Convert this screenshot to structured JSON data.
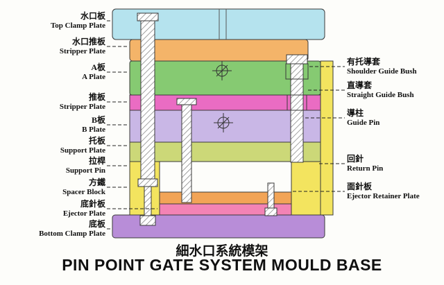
{
  "titles": {
    "chinese": "細水口系統模架",
    "english": "PIN POINT GATE SYSTEM MOULD BASE"
  },
  "left_labels": [
    {
      "zh": "水口板",
      "en": "Top Clamp Plate"
    },
    {
      "zh": "水口推板",
      "en": "Stripper Plate"
    },
    {
      "zh": "A板",
      "en": "A Plate"
    },
    {
      "zh": "推板",
      "en": "Stripper Plate"
    },
    {
      "zh": "B板",
      "en": "B Plate"
    },
    {
      "zh": "托板",
      "en": "Support Plate"
    },
    {
      "zh": "拉桿",
      "en": "Support Pin"
    },
    {
      "zh": "方鐵",
      "en": "Spacer Block"
    },
    {
      "zh": "底針板",
      "en": "Ejector Plate"
    },
    {
      "zh": "底板",
      "en": "Bottom Clamp Plate"
    }
  ],
  "right_labels": [
    {
      "zh": "有托導套",
      "en": "Shoulder Guide Bush"
    },
    {
      "zh": "直導套",
      "en": "Straight Guide Bush"
    },
    {
      "zh": "導柱",
      "en": "Guide Pin"
    },
    {
      "zh": "回針",
      "en": "Return Pin"
    },
    {
      "zh": "面針板",
      "en": "Ejector Retainer Plate"
    }
  ],
  "colors": {
    "top_clamp_plate": "#b5e3ee",
    "stripper_plate_top": "#f4b469",
    "a_plate": "#86ca72",
    "stripper_plate_mid": "#ea6cc3",
    "b_plate": "#c9b7e6",
    "support_plate": "#ccd878",
    "spacer_block": "#f3e45f",
    "ejector_retainer_plate": "#f2a457",
    "ejector_plate": "#f383b5",
    "bottom_clamp_plate": "#b88dd8",
    "outline": "#3a3a3a",
    "leader": "#222222"
  }
}
